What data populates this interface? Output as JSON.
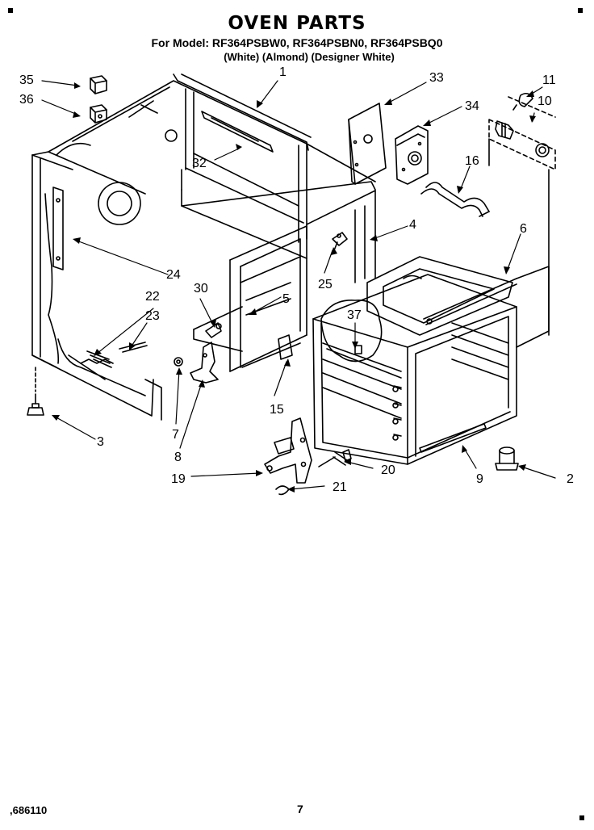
{
  "header": {
    "title": "OVEN PARTS",
    "models": "For Model: RF364PSBW0, RF364PSBN0, RF364PSBQ0",
    "colors": "(White)    (Almond) (Designer White)"
  },
  "footer": {
    "doc_number": ",686110",
    "page_number": "7"
  },
  "callouts": {
    "c1": "1",
    "c2": "2",
    "c3": "3",
    "c4": "4",
    "c5": "5",
    "c6": "6",
    "c7": "7",
    "c8": "8",
    "c9": "9",
    "c10": "10",
    "c11": "11",
    "c15": "15",
    "c16": "16",
    "c19": "19",
    "c20": "20",
    "c21": "21",
    "c22": "22",
    "c23": "23",
    "c24": "24",
    "c25": "25",
    "c30": "30",
    "c32": "32",
    "c33": "33",
    "c34": "34",
    "c35": "35",
    "c36": "36",
    "c37": "37"
  }
}
